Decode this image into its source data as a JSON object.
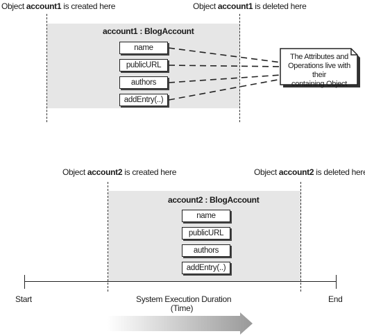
{
  "top": {
    "created_caption": {
      "pre": "Object ",
      "obj": "account1",
      "post": " is created here"
    },
    "deleted_caption": {
      "pre": "Object ",
      "obj": "account1",
      "post": " is deleted here"
    },
    "object_title": "account1 : BlogAccount",
    "members": [
      "name",
      "publicURL",
      "authors",
      "addEntry(..)"
    ]
  },
  "note": {
    "lines": [
      "The Attributes and",
      "Operations live with their",
      "containing Object"
    ]
  },
  "bottom": {
    "created_caption": {
      "pre": "Object ",
      "obj": "account2",
      "post": " is created here"
    },
    "deleted_caption": {
      "pre": "Object ",
      "obj": "account2",
      "post": " is deleted here"
    },
    "object_title": "account2 : BlogAccount",
    "members": [
      "name",
      "publicURL",
      "authors",
      "addEntry(..)"
    ]
  },
  "timeline": {
    "start_label": "Start",
    "end_label": "End",
    "duration_label": "System Execution Duration",
    "duration_sublabel": "(Time)"
  }
}
